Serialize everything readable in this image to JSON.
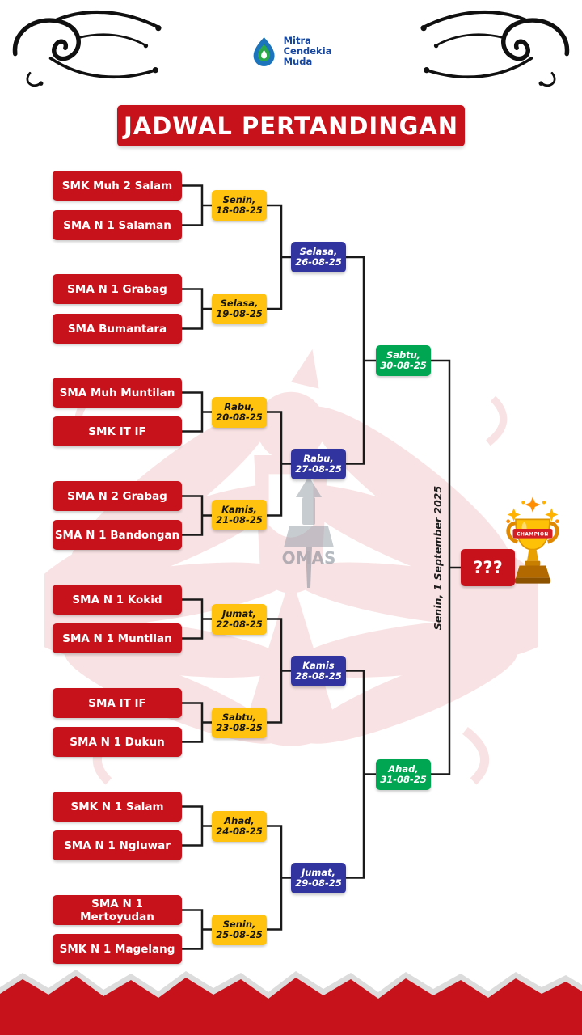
{
  "colors": {
    "red": "#C8121B",
    "yellow": "#FFC20E",
    "blue": "#31349E",
    "green": "#00A651",
    "navy": "#17479E"
  },
  "logo": {
    "line1": "Mitra",
    "line2": "Cendekia",
    "line3": "Muda"
  },
  "title": "JADWAL PERTANDINGAN",
  "teams": [
    "SMK Muh 2 Salam",
    "SMA N 1 Salaman",
    "SMA N 1 Grabag",
    "SMA Bumantara",
    "SMA Muh Muntilan",
    "SMK IT IF",
    "SMA N 2 Grabag",
    "SMA N 1 Bandongan",
    "SMA N 1 Kokid",
    "SMA N 1 Muntilan",
    "SMA IT IF",
    "SMA N 1 Dukun",
    "SMK N 1 Salam",
    "SMA N 1 Ngluwar",
    "SMA N 1 Mertoyudan",
    "SMK N 1 Magelang"
  ],
  "round1": [
    {
      "day": "Senin,",
      "date": "18-08-25"
    },
    {
      "day": "Selasa,",
      "date": "19-08-25"
    },
    {
      "day": "Rabu,",
      "date": "20-08-25"
    },
    {
      "day": "Kamis,",
      "date": "21-08-25"
    },
    {
      "day": "Jumat,",
      "date": "22-08-25"
    },
    {
      "day": "Sabtu,",
      "date": "23-08-25"
    },
    {
      "day": "Ahad,",
      "date": "24-08-25"
    },
    {
      "day": "Senin,",
      "date": "25-08-25"
    }
  ],
  "round2": [
    {
      "day": "Selasa,",
      "date": "26-08-25"
    },
    {
      "day": "Rabu,",
      "date": "27-08-25"
    },
    {
      "day": "Kamis",
      "date": "28-08-25"
    },
    {
      "day": "Jumat,",
      "date": "29-08-25"
    }
  ],
  "round3": [
    {
      "day": "Sabtu,",
      "date": "30-08-25"
    },
    {
      "day": "Ahad,",
      "date": "31-08-25"
    }
  ],
  "final": {
    "date_label": "Senin, 1 September 2025",
    "champion_placeholder": "???",
    "trophy_label": "CHAMPION"
  },
  "watermark": {
    "emblem_text": "OMAS"
  }
}
